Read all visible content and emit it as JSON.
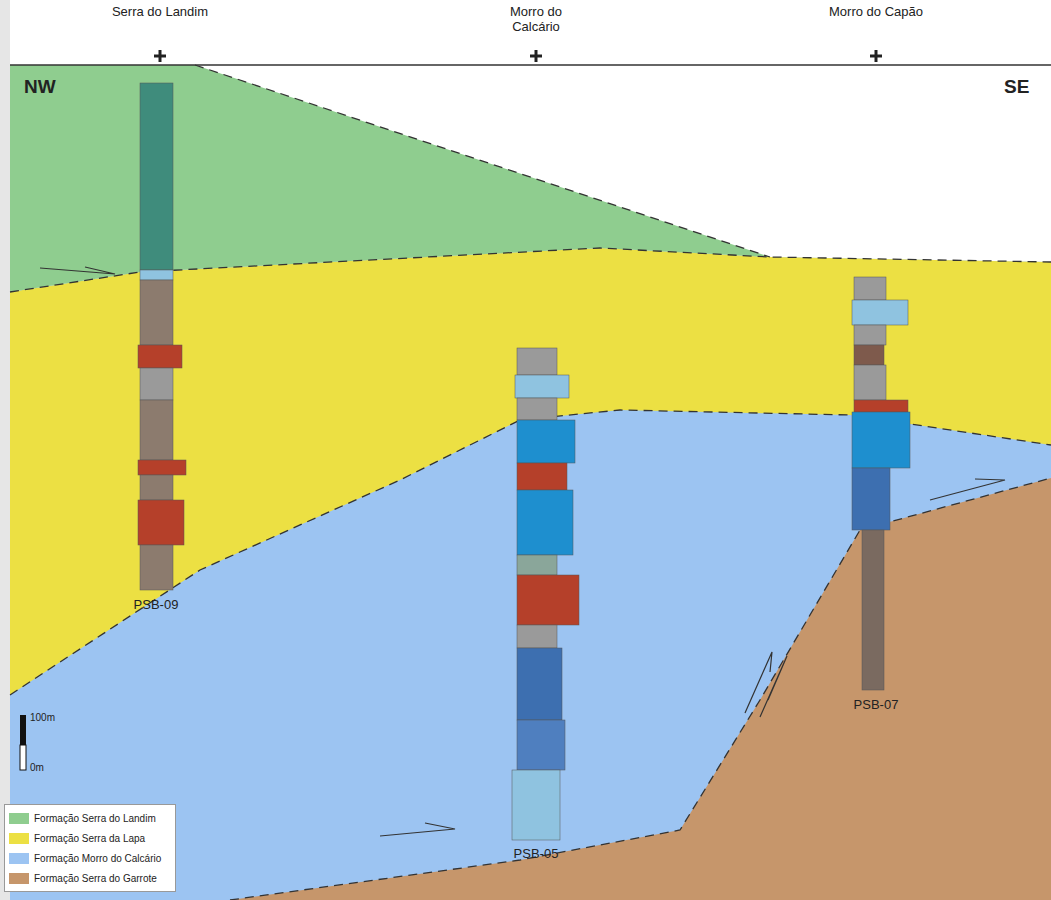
{
  "diagram": {
    "labels": [
      "Serra do Landim",
      "Morro do Calcário",
      "Morro do Capão",
      "NW",
      "SE",
      "PSB-09",
      "PSB-05",
      "PSB-07",
      "100m",
      "0m"
    ],
    "legend": [
      {
        "text": "Formação Serra do Landim",
        "color": "#8fcd8f"
      },
      {
        "text": "Formação Serra da Lapa",
        "color": "#ece043"
      },
      {
        "text": "Formação Morro do Calcário",
        "color": "#9cc4f2"
      },
      {
        "text": "Formação Serra do Garrote",
        "color": "#c6966b"
      }
    ]
  }
}
